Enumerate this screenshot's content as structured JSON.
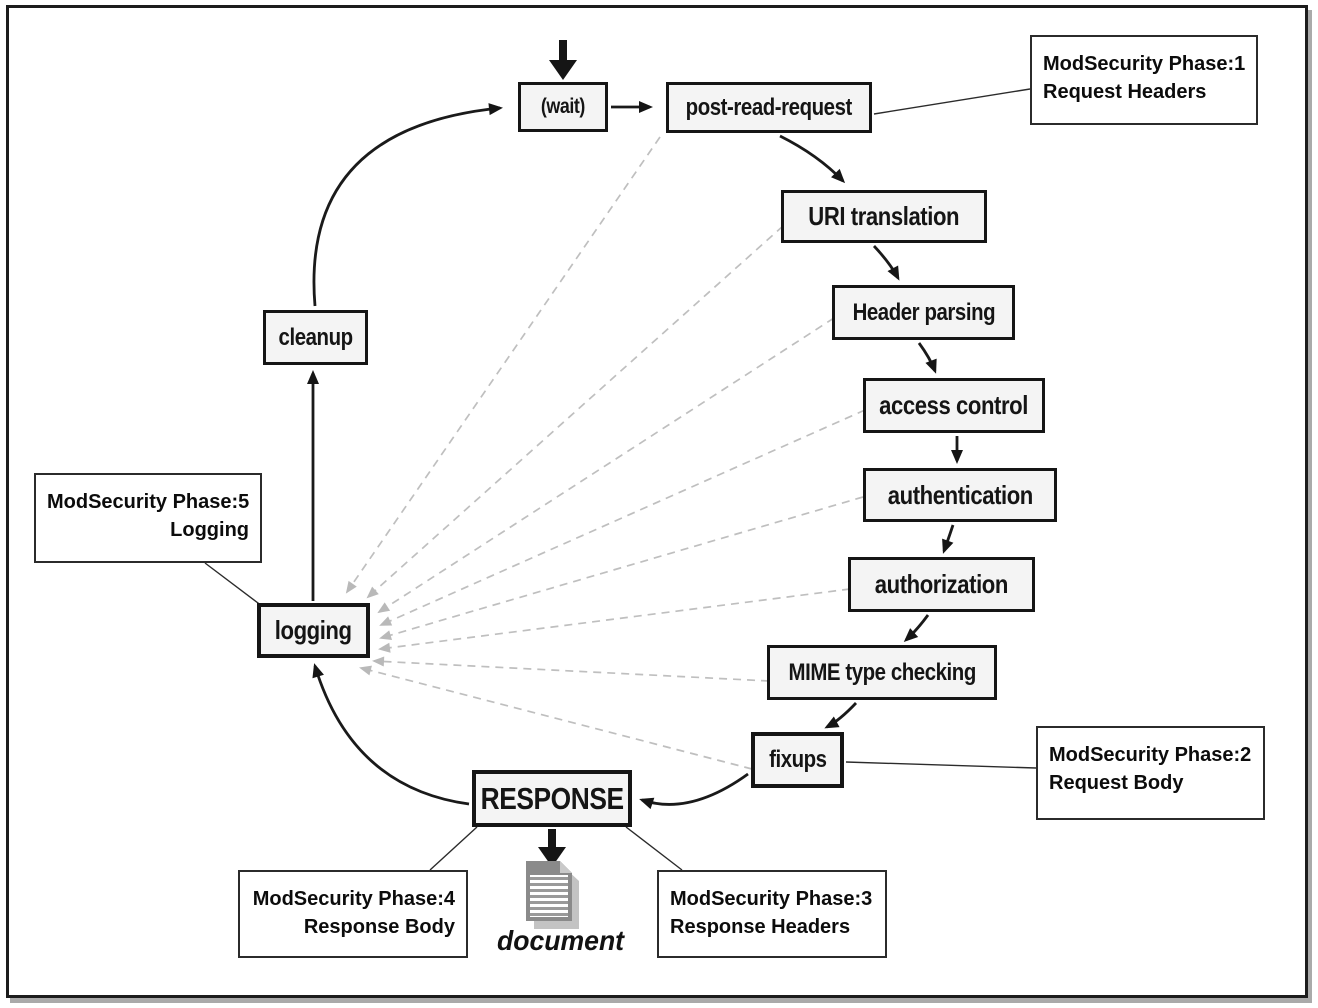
{
  "nodes": {
    "wait": {
      "label": "(wait)"
    },
    "post_read_request": {
      "label": "post-read-request"
    },
    "uri_translation": {
      "label": "URI translation"
    },
    "header_parsing": {
      "label": "Header parsing"
    },
    "access_control": {
      "label": "access control"
    },
    "authentication": {
      "label": "authentication"
    },
    "authorization": {
      "label": "authorization"
    },
    "mime_type_checking": {
      "label": "MIME type checking"
    },
    "fixups": {
      "label": "fixups"
    },
    "response": {
      "label": "RESPONSE"
    },
    "logging": {
      "label": "logging"
    },
    "cleanup": {
      "label": "cleanup"
    }
  },
  "annotations": {
    "phase1": {
      "line1": "ModSecurity Phase:1",
      "line2": "Request Headers"
    },
    "phase2": {
      "line1": "ModSecurity Phase:2",
      "line2": "Request Body"
    },
    "phase3": {
      "line1": "ModSecurity Phase:3",
      "line2": "Response Headers"
    },
    "phase4": {
      "line1": "ModSecurity Phase:4",
      "line2": "Response Body"
    },
    "phase5": {
      "line1": "ModSecurity Phase:5",
      "line2": "Logging"
    }
  },
  "document_label": "document",
  "icons": {
    "document": "document-icon"
  },
  "flow_cycle": [
    "(wait)",
    "post-read-request",
    "URI translation",
    "Header parsing",
    "access control",
    "authentication",
    "authorization",
    "MIME type checking",
    "fixups",
    "RESPONSE",
    "logging",
    "cleanup",
    "(wait)"
  ],
  "dashed_edges_to_logging": [
    "post-read-request",
    "URI translation",
    "Header parsing",
    "access control",
    "authentication",
    "authorization",
    "MIME type checking",
    "fixups"
  ],
  "colors": {
    "background": "#ffffff",
    "node_fill": "#f4f4f4",
    "node_border": "#151515",
    "annotation_border": "#2b2b2b",
    "dashed_line": "#bfbfbf"
  }
}
